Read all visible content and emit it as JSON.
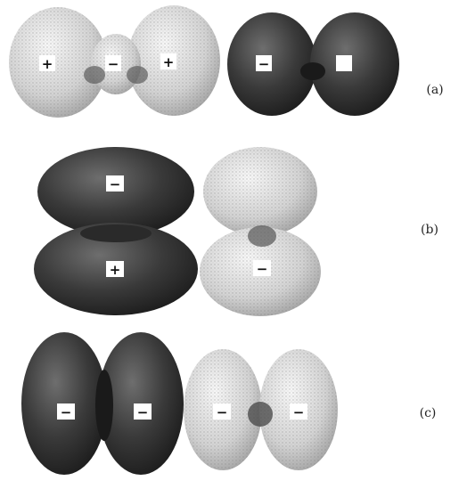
{
  "colors": {
    "dark_lobe": "#3a3a3a",
    "light_lobe": "#d6d6d6",
    "sign_box": "#ffffff",
    "stroke": "#1a1a1a"
  },
  "panels": [
    {
      "label": "(a)",
      "groups": [
        {
          "tone": "light",
          "signs": [
            "+",
            "−",
            "+"
          ]
        },
        {
          "tone": "dark",
          "signs": [
            "−",
            ""
          ]
        }
      ]
    },
    {
      "label": "(b)",
      "groups": [
        {
          "tone": "dark",
          "signs": [
            "−",
            "+"
          ]
        },
        {
          "tone": "light",
          "signs": [
            "",
            "−"
          ]
        }
      ]
    },
    {
      "label": "(c)",
      "groups": [
        {
          "tone": "dark",
          "signs": [
            "−",
            "−"
          ]
        },
        {
          "tone": "light",
          "signs": [
            "−",
            "−"
          ]
        }
      ]
    }
  ]
}
